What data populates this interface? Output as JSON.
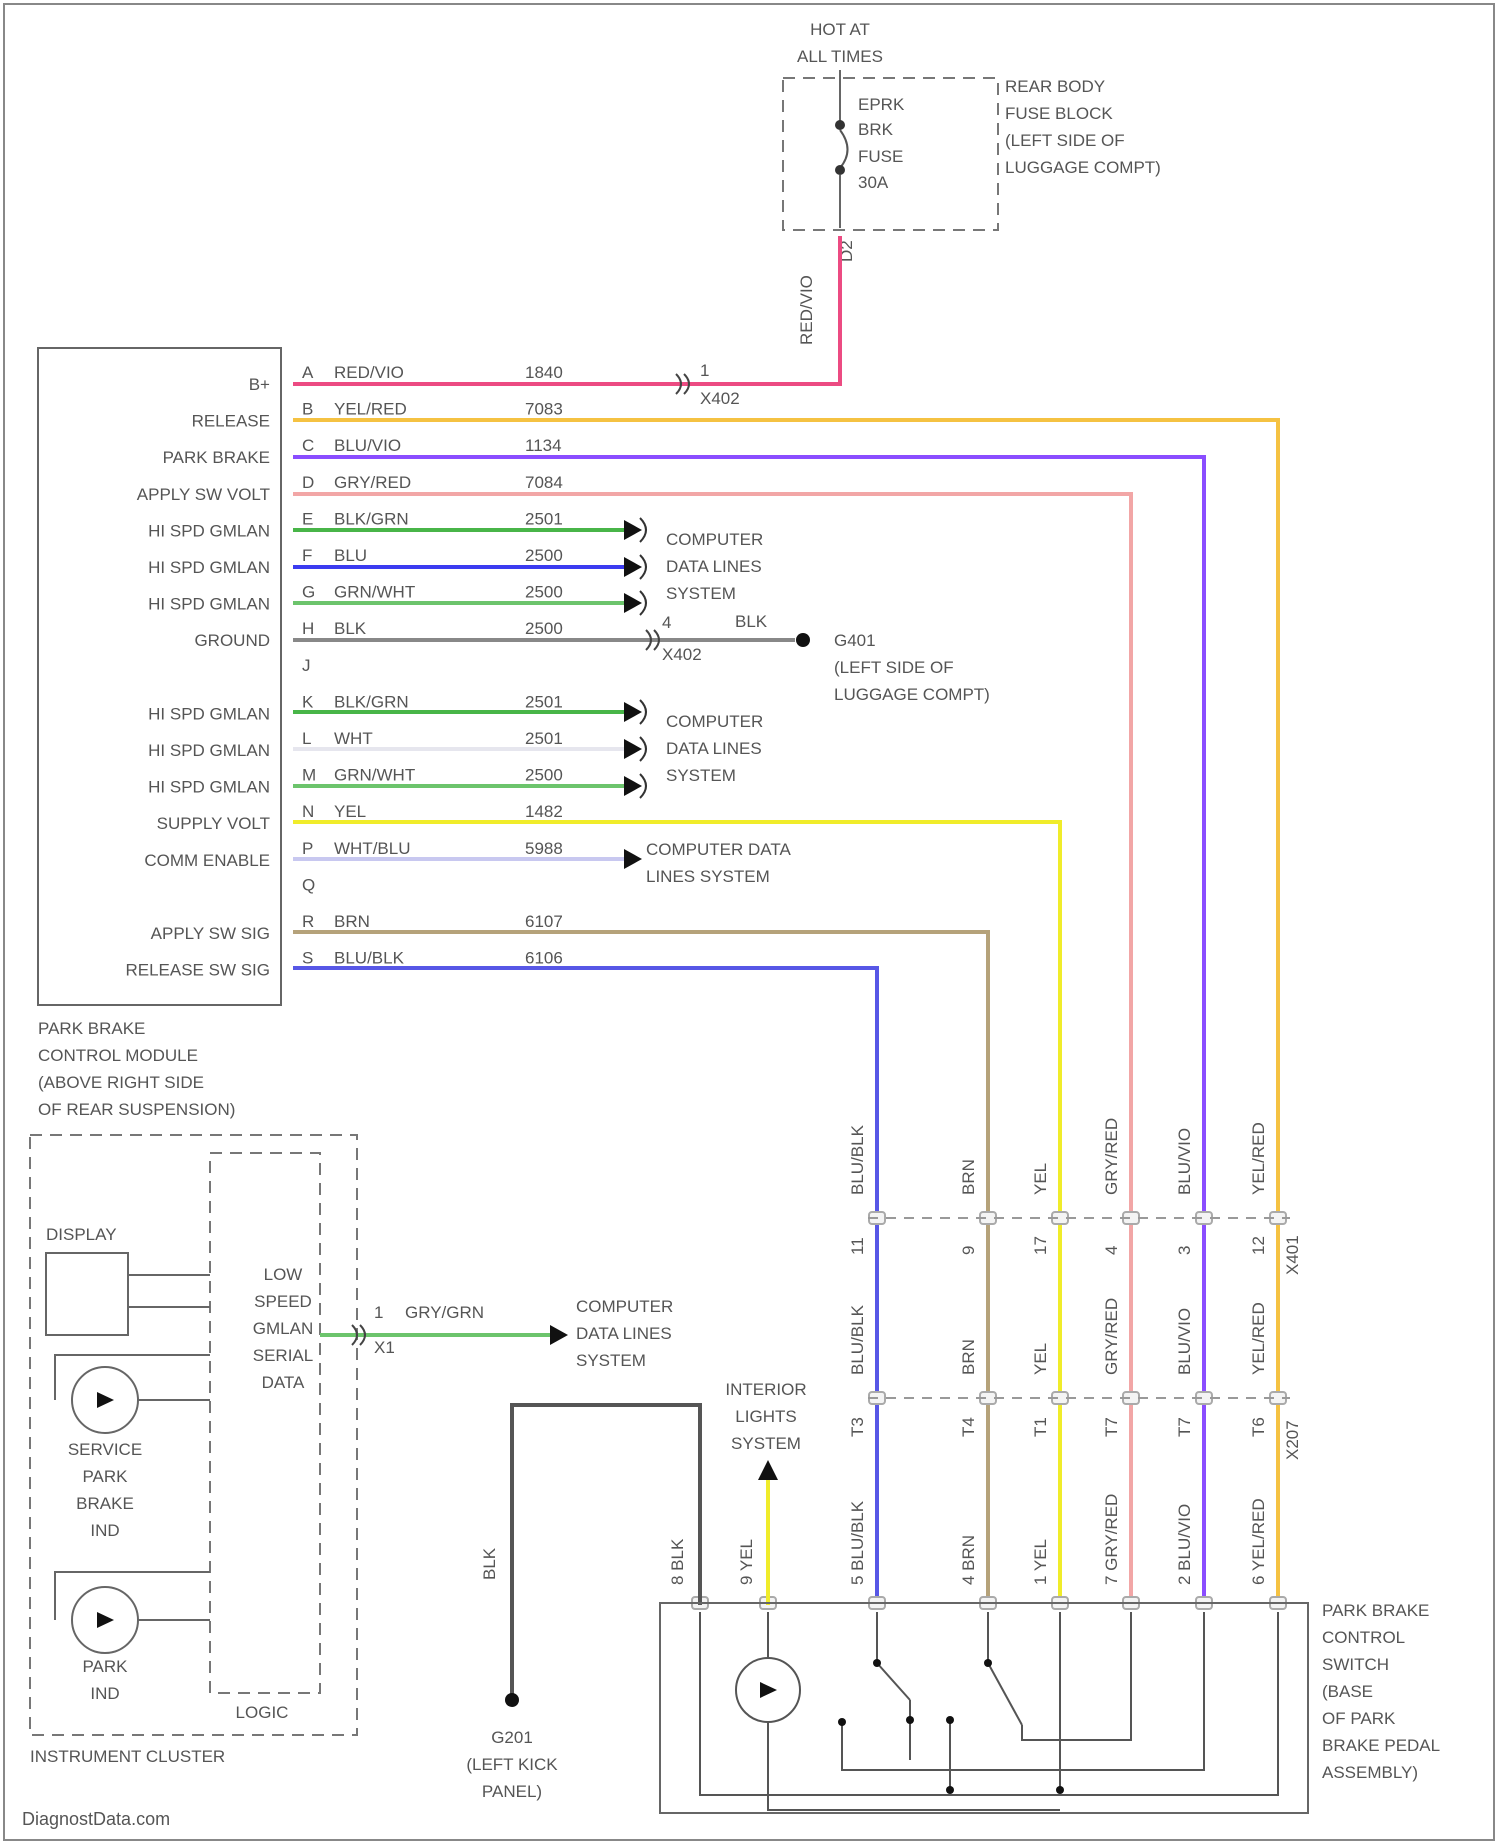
{
  "fuse_block": {
    "hot_lines": [
      "HOT AT",
      "ALL TIMES"
    ],
    "fuse_lines": [
      "EPRK",
      "BRK",
      "FUSE",
      "30A"
    ],
    "name_lines": [
      "REAR BODY",
      "FUSE BLOCK",
      "(LEFT SIDE OF",
      "LUGGAGE COMPT)"
    ],
    "pin": "D2",
    "wire_label": "RED/VIO"
  },
  "module": {
    "name_lines": [
      "PARK BRAKE",
      "CONTROL MODULE",
      "(ABOVE RIGHT SIDE",
      "OF REAR SUSPENSION)"
    ],
    "pins": [
      {
        "name": "B+",
        "letter": "A",
        "color": "RED/VIO",
        "circuit": "1840"
      },
      {
        "name": "RELEASE",
        "letter": "B",
        "color": "YEL/RED",
        "circuit": "7083"
      },
      {
        "name": "PARK BRAKE",
        "letter": "C",
        "color": "BLU/VIO",
        "circuit": "1134"
      },
      {
        "name": "APPLY SW VOLT",
        "letter": "D",
        "color": "GRY/RED",
        "circuit": "7084"
      },
      {
        "name": "HI SPD GMLAN",
        "letter": "E",
        "color": "BLK/GRN",
        "circuit": "2501"
      },
      {
        "name": "HI SPD GMLAN",
        "letter": "F",
        "color": "BLU",
        "circuit": "2500"
      },
      {
        "name": "HI SPD GMLAN",
        "letter": "G",
        "color": "GRN/WHT",
        "circuit": "2500"
      },
      {
        "name": "GROUND",
        "letter": "H",
        "color": "BLK",
        "circuit": "2500"
      },
      {
        "name": "",
        "letter": "J",
        "color": "",
        "circuit": ""
      },
      {
        "name": "HI SPD GMLAN",
        "letter": "K",
        "color": "BLK/GRN",
        "circuit": "2501"
      },
      {
        "name": "HI SPD GMLAN",
        "letter": "L",
        "color": "WHT",
        "circuit": "2501"
      },
      {
        "name": "HI SPD GMLAN",
        "letter": "M",
        "color": "GRN/WHT",
        "circuit": "2500"
      },
      {
        "name": "SUPPLY VOLT",
        "letter": "N",
        "color": "YEL",
        "circuit": "1482"
      },
      {
        "name": "COMM ENABLE",
        "letter": "P",
        "color": "WHT/BLU",
        "circuit": "5988"
      },
      {
        "name": "",
        "letter": "Q",
        "color": "",
        "circuit": ""
      },
      {
        "name": "APPLY SW SIG",
        "letter": "R",
        "color": "BRN",
        "circuit": "6107"
      },
      {
        "name": "RELEASE SW SIG",
        "letter": "S",
        "color": "BLU/BLK",
        "circuit": "6106"
      }
    ]
  },
  "connectors": {
    "a_top": "1",
    "a_bottom": "X402",
    "h_top": "4",
    "h_bottom": "X402",
    "h_wire": "BLK"
  },
  "ground_g401": [
    "G401",
    "(LEFT SIDE OF",
    "LUGGAGE COMPT)"
  ],
  "ground_g201": [
    "G201",
    "(LEFT KICK",
    "PANEL)"
  ],
  "data_lines_1": [
    "COMPUTER",
    "DATA LINES",
    "SYSTEM"
  ],
  "data_lines_2": [
    "COMPUTER",
    "DATA LINES",
    "SYSTEM"
  ],
  "data_lines_3": [
    "COMPUTER DATA",
    "LINES SYSTEM"
  ],
  "data_lines_4": [
    "COMPUTER",
    "DATA LINES",
    "SYSTEM"
  ],
  "interior_lights": [
    "INTERIOR",
    "LIGHTS",
    "SYSTEM"
  ],
  "vertical_wires": [
    {
      "top": "BLU/BLK",
      "pin1": "11",
      "mid": "BLU/BLK",
      "pin2": "T3",
      "bottom": "5 BLU/BLK"
    },
    {
      "top": "BRN",
      "pin1": "9",
      "mid": "BRN",
      "pin2": "T4",
      "bottom": "4 BRN"
    },
    {
      "top": "YEL",
      "pin1": "17",
      "mid": "YEL",
      "pin2": "T1",
      "bottom": "1 YEL"
    },
    {
      "top": "GRY/RED",
      "pin1": "4",
      "mid": "GRY/RED",
      "pin2": "T7",
      "bottom": "7 GRY/RED"
    },
    {
      "top": "BLU/VIO",
      "pin1": "3",
      "mid": "BLU/VIO",
      "pin2": "T7",
      "bottom": "2 BLU/VIO"
    },
    {
      "top": "YEL/RED",
      "pin1": "12",
      "mid": "YEL/RED",
      "pin2": "T6",
      "bottom": "6 YEL/RED"
    }
  ],
  "conn_labels": [
    "X401",
    "X207"
  ],
  "switch_inputs": [
    {
      "label": "8 BLK"
    },
    {
      "label": "9 YEL"
    }
  ],
  "g201_wire": "BLK",
  "switch_name": [
    "PARK BRAKE",
    "CONTROL",
    "SWITCH",
    "(BASE",
    "OF PARK",
    "BRAKE PEDAL",
    "ASSEMBLY)"
  ],
  "cluster": {
    "display": "DISPLAY",
    "logic_lines": [
      "LOW",
      "SPEED",
      "GMLAN",
      "SERIAL",
      "DATA"
    ],
    "logic_label": "LOGIC",
    "service_ind": [
      "SERVICE",
      "PARK",
      "BRAKE",
      "IND"
    ],
    "park_ind": [
      "PARK",
      "IND"
    ],
    "name": "INSTRUMENT CLUSTER",
    "pin_a": "1",
    "pin_b": "X1",
    "wire": "GRY/GRN"
  },
  "watermark": "DiagnostData.com"
}
